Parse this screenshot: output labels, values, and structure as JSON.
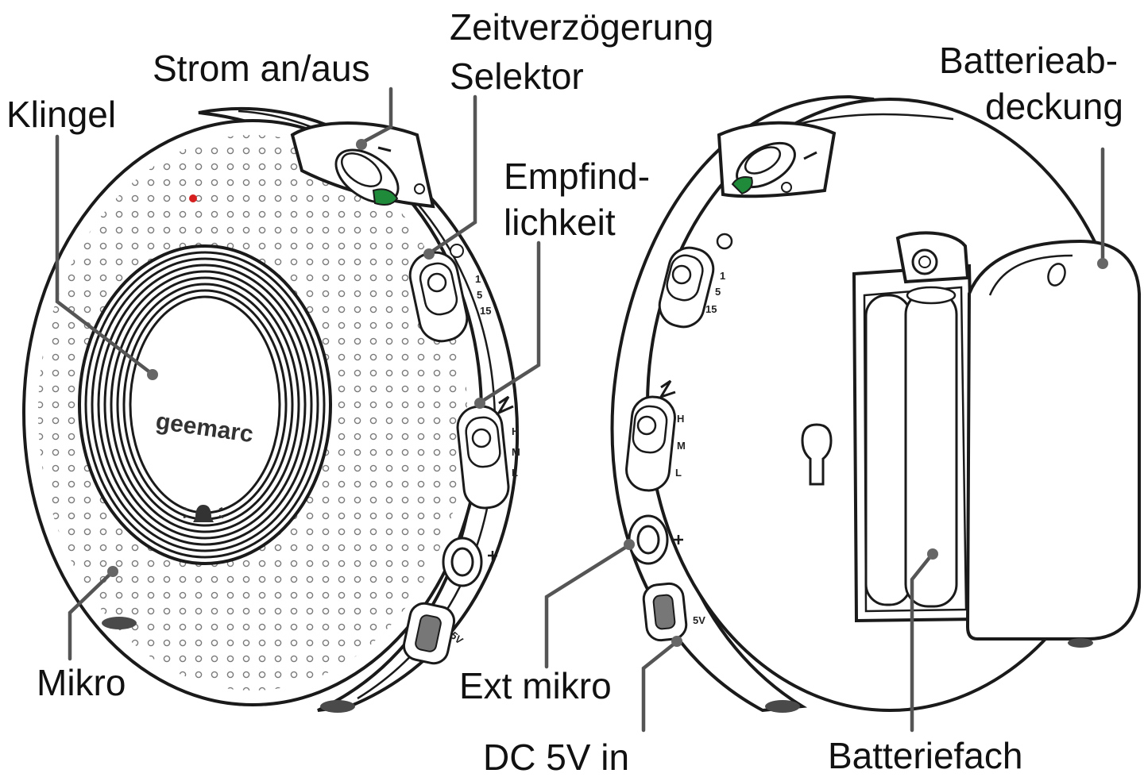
{
  "colors": {
    "line": "#1a1a1a",
    "leader": "#555555",
    "switch_green": "#1f8a3a",
    "indicator_red": "#d62020",
    "background": "#ffffff"
  },
  "device": {
    "logo_text": "geemarc",
    "delay_marks": [
      "1",
      "5",
      "15"
    ],
    "sensitivity_marks": [
      "H",
      "M",
      "L"
    ],
    "dc_mark": "5V"
  },
  "labels": {
    "strom": "Strom an/aus",
    "zeit_line1": "Zeitverzögerung",
    "zeit_line2": "Selektor",
    "klingel": "Klingel",
    "empfind_line1": "Empfind-",
    "empfind_line2": "lichkeit",
    "batterieab_line1": "Batterieab-",
    "batterieab_line2": "deckung",
    "mikro": "Mikro",
    "ext_mikro": "Ext mikro",
    "dc": "DC 5V in",
    "batteriefach": "Batteriefach"
  }
}
